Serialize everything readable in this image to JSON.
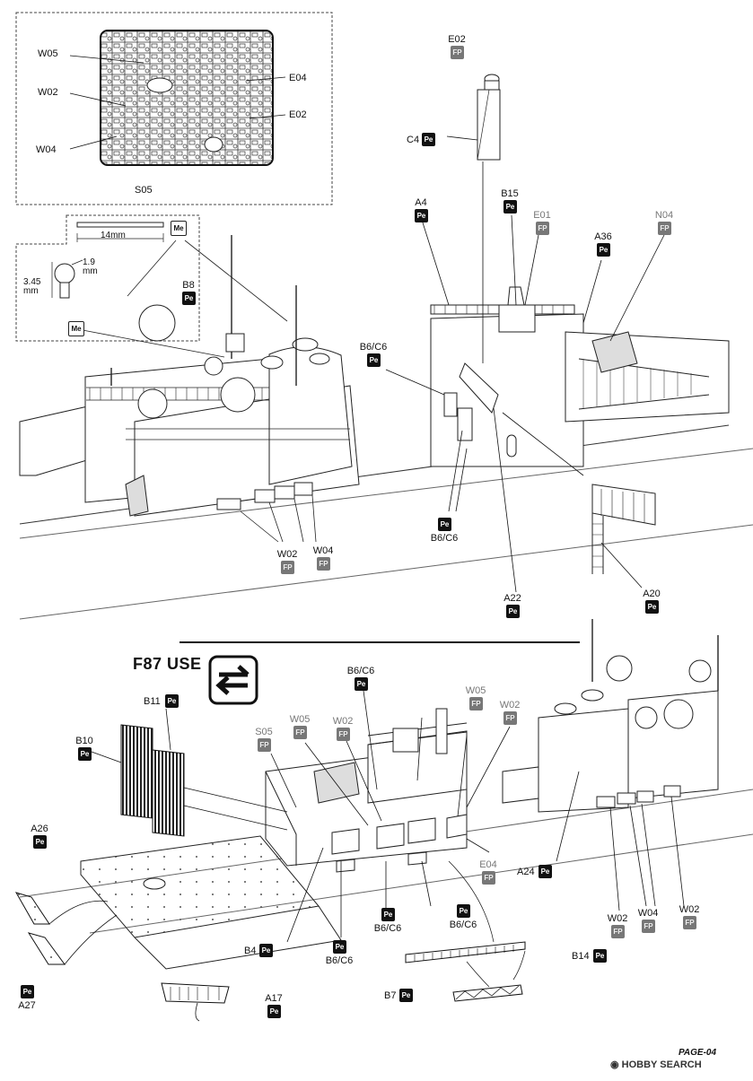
{
  "page": {
    "number": "PAGE-04"
  },
  "watermark": "HOBBY SEARCH",
  "section": {
    "title": "F87 USE"
  },
  "icons": {
    "swap": "swap-arrows-icon",
    "watermark": "hobbysearch-logo-icon"
  },
  "badge_types": {
    "pe": "Pe",
    "fp": "FP",
    "me": "Me"
  },
  "inset_sprue": {
    "name": "S05",
    "labels": [
      "W05",
      "W02",
      "W04",
      "E04",
      "E02"
    ]
  },
  "inset_dimension": {
    "length": "14mm",
    "height": "3.45\nmm",
    "diameter": "1.9\nmm",
    "material": "Me"
  },
  "callouts": [
    {
      "text": "W05",
      "badge": ""
    },
    {
      "text": "W02",
      "badge": ""
    },
    {
      "text": "W04",
      "badge": ""
    },
    {
      "text": "E04",
      "badge": ""
    },
    {
      "text": "E02",
      "badge": ""
    },
    {
      "text": "S05",
      "badge": ""
    },
    {
      "text": "E02",
      "badge": "fp"
    },
    {
      "text": "C4",
      "badge": "pe"
    },
    {
      "text": "A4",
      "badge": "pe"
    },
    {
      "text": "B15",
      "badge": "pe"
    },
    {
      "text": "E01",
      "badge": "fp",
      "gray": true
    },
    {
      "text": "A36",
      "badge": "pe"
    },
    {
      "text": "N04",
      "badge": "fp",
      "gray": true
    },
    {
      "text": "B8",
      "badge": "pe"
    },
    {
      "text": "Me",
      "badge": ""
    },
    {
      "text": "B6/C6",
      "badge": "pe"
    },
    {
      "text": "B6/C6",
      "badge": "pe"
    },
    {
      "text": "W02",
      "badge": "fp"
    },
    {
      "text": "W04",
      "badge": "fp"
    },
    {
      "text": "A22",
      "badge": "pe"
    },
    {
      "text": "A20",
      "badge": "pe"
    },
    {
      "text": "B11",
      "badge": "pe"
    },
    {
      "text": "B10",
      "badge": "pe"
    },
    {
      "text": "A26",
      "badge": "pe"
    },
    {
      "text": "A27",
      "badge": "pe"
    },
    {
      "text": "S05",
      "badge": "fp",
      "gray": true
    },
    {
      "text": "W05",
      "badge": "fp",
      "gray": true
    },
    {
      "text": "W02",
      "badge": "fp",
      "gray": true
    },
    {
      "text": "B6/C6",
      "badge": "pe"
    },
    {
      "text": "W05",
      "badge": "fp",
      "gray": true
    },
    {
      "text": "W02",
      "badge": "fp",
      "gray": true
    },
    {
      "text": "E04",
      "badge": "fp",
      "gray": true
    },
    {
      "text": "A24",
      "badge": "pe"
    },
    {
      "text": "B6/C6",
      "badge": "pe"
    },
    {
      "text": "B6/C6",
      "badge": "pe"
    },
    {
      "text": "B4",
      "badge": "pe"
    },
    {
      "text": "B6/C6",
      "badge": "pe"
    },
    {
      "text": "A17",
      "badge": "pe"
    },
    {
      "text": "B14",
      "badge": "pe"
    },
    {
      "text": "B7",
      "badge": "pe"
    },
    {
      "text": "W02",
      "badge": "fp"
    },
    {
      "text": "W04",
      "badge": "fp"
    },
    {
      "text": "W02",
      "badge": "fp"
    }
  ]
}
